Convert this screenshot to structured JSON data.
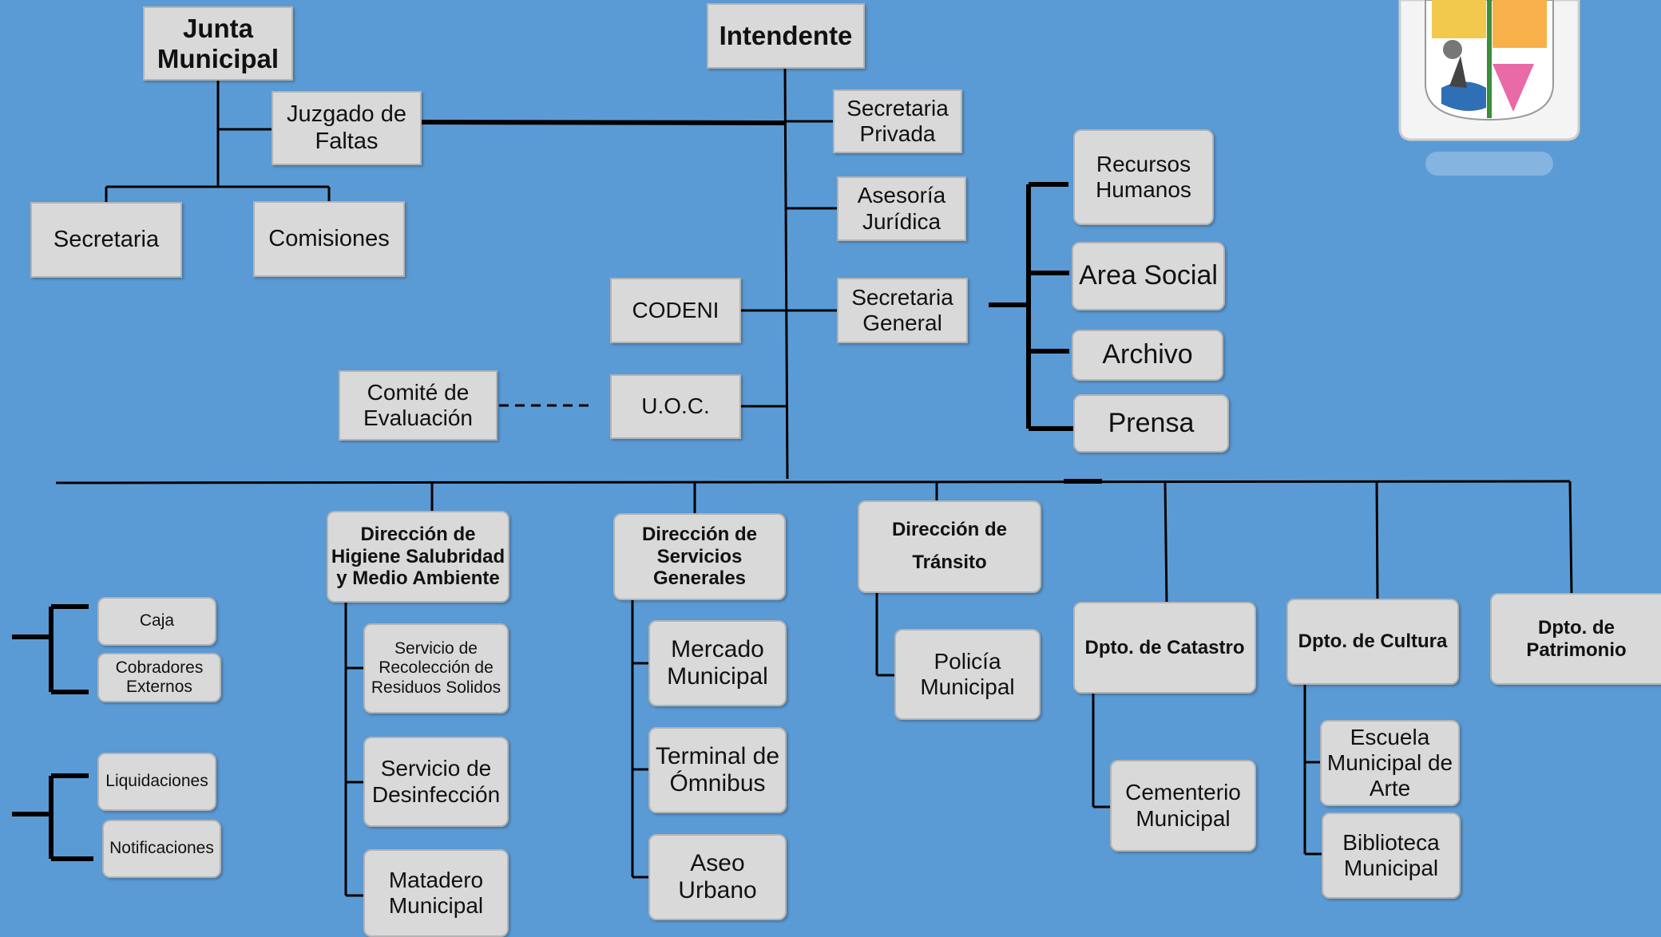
{
  "nodes": {
    "junta": "Junta\nMunicipal",
    "intendente": "Intendente",
    "juzgado": "Juzgado de\nFaltas",
    "secretaria_junta": "Secretaria",
    "comisiones": "Comisiones",
    "sec_privada": "Secretaria\nPrivada",
    "asesoria": "Asesoría\nJurídica",
    "codeni": "CODENI",
    "sec_general": "Secretaria\nGeneral",
    "comite": "Comité de\nEvaluación",
    "uoc": "U.O.C.",
    "rrhh": "Recursos\nHumanos",
    "area_social": "Area Social",
    "archivo": "Archivo",
    "prensa": "Prensa",
    "caja": "Caja",
    "cobradores": "Cobradores\nExternos",
    "liquidaciones": "Liquidaciones",
    "notificaciones": "Notificaciones",
    "dir_higiene": "Dirección de\nHigiene Salubridad\ny Medio Ambiente",
    "serv_recoleccion": "Servicio de\nRecolección de\nResiduos Solidos",
    "serv_desinfeccion": "Servicio de\nDesinfección",
    "matadero": "Matadero\nMunicipal",
    "dir_servicios": "Dirección de\nServicios\nGenerales",
    "mercado": "Mercado\nMunicipal",
    "terminal": "Terminal de\nÓmnibus",
    "aseo": "Aseo\nUrbano",
    "dir_transito": "Dirección de\nTránsito",
    "policia": "Policía\nMunicipal",
    "dpto_catastro": "Dpto. de Catastro",
    "cementerio": "Cementerio\nMunicipal",
    "dpto_cultura": "Dpto. de Cultura",
    "escuela_arte": "Escuela\nMunicipal de\nArte",
    "biblioteca": "Biblioteca\nMunicipal",
    "dpto_patrimonio": "Dpto. de\nPatrimonio"
  },
  "colors": {
    "background": "#5b9bd5",
    "box_fill": "#d9d9d9",
    "box_border": "#b3b3b3",
    "line": "#000000"
  },
  "logo": {
    "icon": "municipal-crest-icon"
  }
}
